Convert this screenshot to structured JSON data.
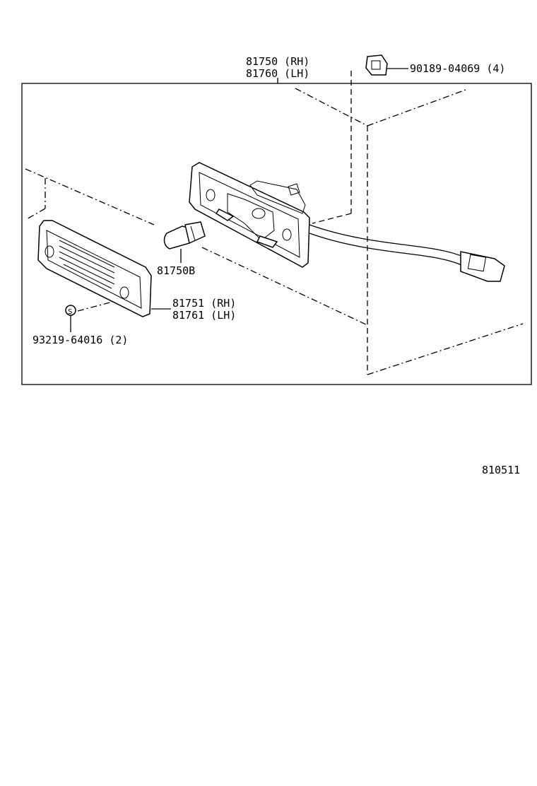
{
  "labels": {
    "housing_rh": "81750 (RH)",
    "housing_lh": "81760 (LH)",
    "clip": "90189-04069 (4)",
    "bulb": "81750B",
    "lens_rh": "81751 (RH)",
    "lens_lh": "81761 (LH)",
    "screw": "93219-64016 (2)",
    "diagram_id": "810511"
  }
}
